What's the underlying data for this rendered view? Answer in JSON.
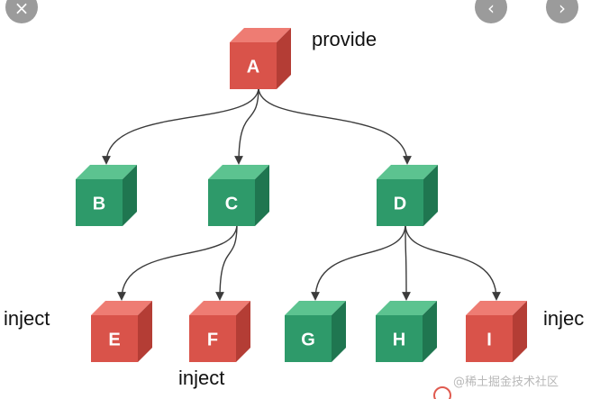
{
  "colors": {
    "red_front": "#d9534a",
    "red_top": "#ee7c73",
    "red_side": "#b43d35",
    "green_front": "#2e9a6a",
    "green_top": "#5cc390",
    "green_side": "#1f7650",
    "edge": "#3b3b3b"
  },
  "nodes": [
    {
      "id": "A",
      "label": "A",
      "color": "red"
    },
    {
      "id": "B",
      "label": "B",
      "color": "green"
    },
    {
      "id": "C",
      "label": "C",
      "color": "green"
    },
    {
      "id": "D",
      "label": "D",
      "color": "green"
    },
    {
      "id": "E",
      "label": "E",
      "color": "red"
    },
    {
      "id": "F",
      "label": "F",
      "color": "red"
    },
    {
      "id": "G",
      "label": "G",
      "color": "green"
    },
    {
      "id": "H",
      "label": "H",
      "color": "green"
    },
    {
      "id": "I",
      "label": "I",
      "color": "red"
    }
  ],
  "edges": [
    {
      "from": "A",
      "to": "B"
    },
    {
      "from": "A",
      "to": "C"
    },
    {
      "from": "A",
      "to": "D"
    },
    {
      "from": "C",
      "to": "E"
    },
    {
      "from": "C",
      "to": "F"
    },
    {
      "from": "D",
      "to": "G"
    },
    {
      "from": "D",
      "to": "H"
    },
    {
      "from": "D",
      "to": "I"
    }
  ],
  "labels": {
    "provide": "provide",
    "inject_left": "inject",
    "inject_bottom": "inject",
    "inject_right": "injec"
  },
  "watermark": "@稀土掘金技术社区",
  "nav": {
    "close_icon": "×",
    "prev_icon": "‹",
    "next_icon": "›"
  }
}
